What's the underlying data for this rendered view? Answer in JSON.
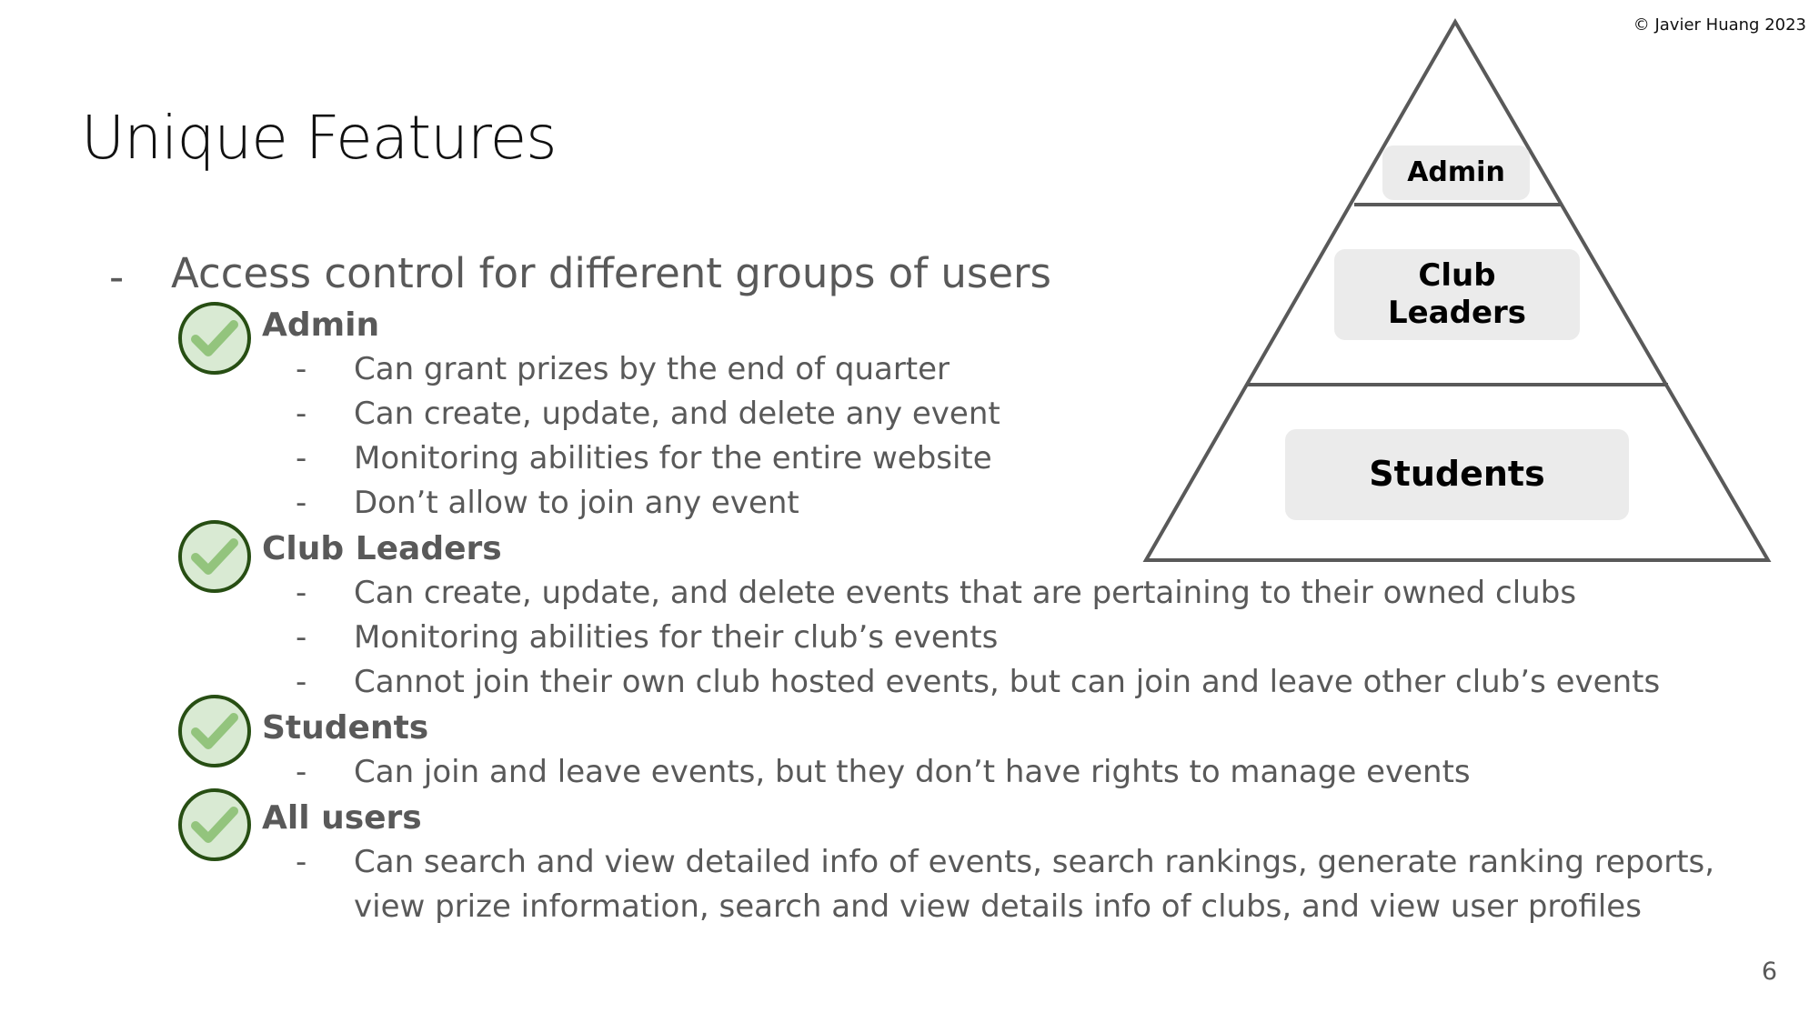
{
  "copyright": "© Javier Huang 2023",
  "title": "Unique Features",
  "page_number": "6",
  "bullet_dash": "-",
  "main_point": "Access control for different groups of users",
  "groups": [
    {
      "label": "Admin",
      "items": [
        "Can grant prizes by the end of quarter",
        "Can create, update, and delete any event",
        "Monitoring abilities for the entire website",
        "Don’t allow to join any event"
      ]
    },
    {
      "label": "Club Leaders",
      "items": [
        "Can create, update, and delete events that are pertaining to their owned clubs",
        "Monitoring abilities for their club’s events",
        "Cannot join their own club hosted events, but can join and leave other club’s events"
      ]
    },
    {
      "label": "Students",
      "items": [
        "Can join and leave events, but they don’t have rights to manage events"
      ]
    },
    {
      "label": "All users",
      "items": [
        "Can search and view detailed info of events, search rankings, generate ranking reports,",
        "view prize information, search and view details info of clubs, and view user profiles"
      ]
    }
  ],
  "pyramid": {
    "levels": [
      "Admin",
      "Club Leaders",
      "Students"
    ]
  },
  "icons": {
    "check": "check-circle-icon"
  },
  "colors": {
    "check_fill": "#d9ead3",
    "check_stroke": "#274e13",
    "check_mark": "#93c47d",
    "pyramid_line": "#595959",
    "label_bg": "#ebebeb"
  }
}
